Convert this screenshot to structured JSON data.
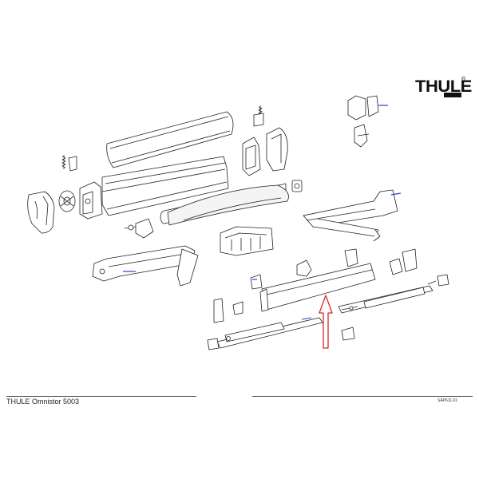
{
  "brand": {
    "name": "THULE",
    "registered": "®",
    "tagline": "",
    "colors": {
      "ink": "#222222",
      "accent_blue": "#2a3fd6",
      "arrow_red": "#d42a2a"
    }
  },
  "footer": {
    "product_title": "THULE Omnistor 5003",
    "drawing_code": "SAP611-01"
  },
  "diagram": {
    "type": "exploded-parts-view",
    "parts": [
      "end-cap-left",
      "spring-cassette-left",
      "bracket-left",
      "spring-rod-left",
      "cassette-cover",
      "rear-profile",
      "roller-tube",
      "fabric",
      "front-end-cap",
      "spring-unit-center",
      "end-cap-right",
      "bracket-top-right",
      "arm-right",
      "arm-left",
      "mounting-rail-bracket",
      "front-bar",
      "arm-support-clips",
      "leg-left",
      "leg-right",
      "foot-left",
      "foot-right",
      "slider-bracket"
    ],
    "highlight": {
      "target": "front-bar",
      "indicator": "up-arrow"
    }
  }
}
